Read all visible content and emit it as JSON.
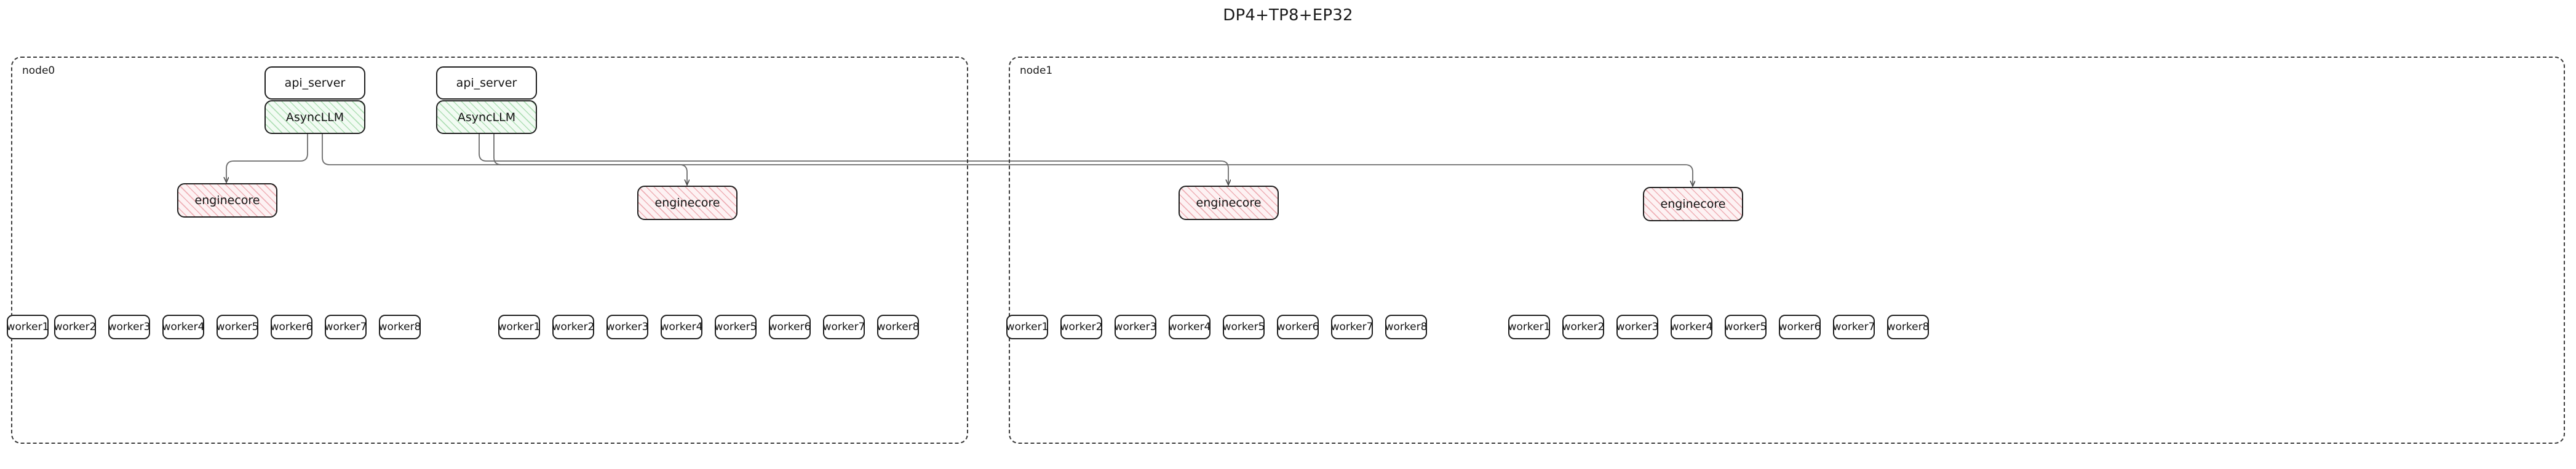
{
  "title": "DP4+TP8+EP32",
  "colors": {
    "background": "#ffffff",
    "node_border": "#3b3b3b",
    "box_border": "#1f1f1f",
    "text": "#141414",
    "asyncllm_hatch": "#78c882",
    "asyncllm_fill": "#f2fbf3",
    "enginecore_hatch": "#e27882",
    "enginecore_fill": "#fdf2f3",
    "edge": "#6b6b6b"
  },
  "nodes": [
    {
      "id": "node0",
      "label": "node0",
      "api_servers": [
        {
          "label": "api_server",
          "engine_label": "AsyncLLM"
        },
        {
          "label": "api_server",
          "engine_label": "AsyncLLM"
        }
      ],
      "enginecores": [
        {
          "label": "enginecore"
        },
        {
          "label": "enginecore"
        }
      ],
      "worker_groups": [
        {
          "workers": [
            "worker1",
            "worker2",
            "worker3",
            "worker4",
            "worker5",
            "worker6",
            "worker7",
            "worker8"
          ]
        },
        {
          "workers": [
            "worker1",
            "worker2",
            "worker3",
            "worker4",
            "worker5",
            "worker6",
            "worker7",
            "worker8"
          ]
        }
      ]
    },
    {
      "id": "node1",
      "label": "node1",
      "api_servers": [],
      "enginecores": [
        {
          "label": "enginecore"
        },
        {
          "label": "enginecore"
        }
      ],
      "worker_groups": [
        {
          "workers": [
            "worker1",
            "worker2",
            "worker3",
            "worker4",
            "worker5",
            "worker6",
            "worker7",
            "worker8"
          ]
        },
        {
          "workers": [
            "worker1",
            "worker2",
            "worker3",
            "worker4",
            "worker5",
            "worker6",
            "worker7",
            "worker8"
          ]
        }
      ]
    }
  ]
}
